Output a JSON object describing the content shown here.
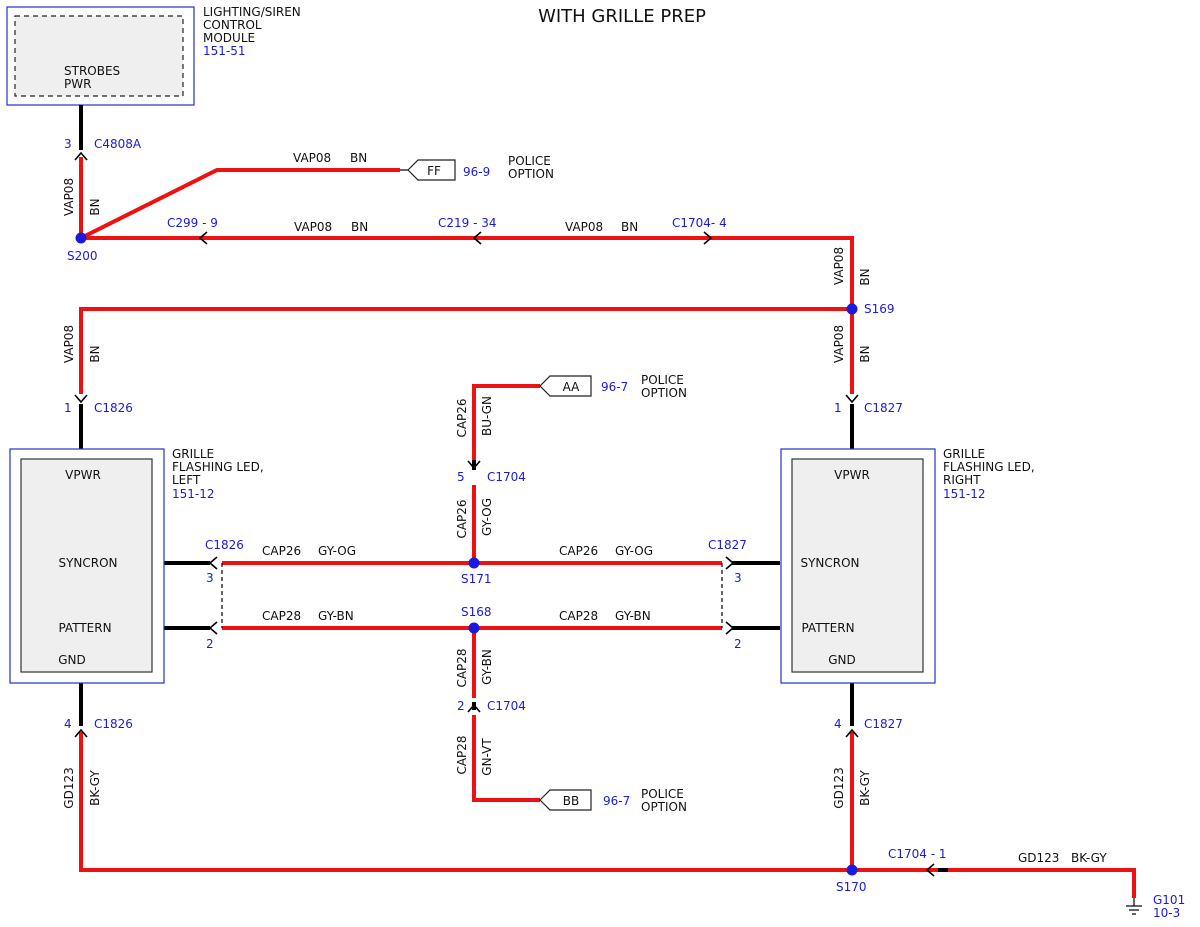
{
  "title": "WITH GRILLE PREP",
  "colors": {
    "wire": "#ee1111",
    "splice": "#1a1adc",
    "ref_text": "#1a1adc",
    "module_border": "#2233cc"
  },
  "modules": {
    "lighting": {
      "name_lines": [
        "LIGHTING/SIREN",
        "CONTROL",
        "MODULE"
      ],
      "ref": "151-51",
      "pin_lines": [
        "STROBES",
        "PWR"
      ]
    },
    "led_left": {
      "name_lines": [
        "GRILLE",
        "FLASHING LED,",
        "LEFT"
      ],
      "ref": "151-12",
      "pins": [
        "VPWR",
        "SYNCRON",
        "PATTERN",
        "GND"
      ]
    },
    "led_right": {
      "name_lines": [
        "GRILLE",
        "FLASHING LED,",
        "RIGHT"
      ],
      "ref": "151-12",
      "pins": [
        "VPWR",
        "SYNCRON",
        "PATTERN",
        "GND"
      ]
    }
  },
  "connectors": {
    "c4808a": {
      "pin": "3",
      "name": "C4808A"
    },
    "c299": "C299 - 9",
    "c219": "C219 - 34",
    "c1704_4": "C1704- 4",
    "c1826_1": {
      "pin": "1",
      "name": "C1826"
    },
    "c1827_1": {
      "pin": "1",
      "name": "C1827"
    },
    "c1704_5": {
      "pin": "5",
      "name": "C1704"
    },
    "c1826_3": {
      "pin": "3",
      "name": "C1826"
    },
    "c1826_2": {
      "pin": "2"
    },
    "c1827_3": {
      "pin": "3",
      "name": "C1827"
    },
    "c1827_2": {
      "pin": "2"
    },
    "c1704_2": {
      "pin": "2",
      "name": "C1704"
    },
    "c1826_4": {
      "pin": "4",
      "name": "C1826"
    },
    "c1827_4": {
      "pin": "4",
      "name": "C1827"
    },
    "c1704_1": "C1704 - 1"
  },
  "splices": {
    "s200": "S200",
    "s169": "S169",
    "s171": "S171",
    "s168": "S168",
    "s170": "S170"
  },
  "flags": {
    "ff": {
      "letter": "FF",
      "ref": "96-9",
      "note_lines": [
        "POLICE",
        "OPTION"
      ]
    },
    "aa": {
      "letter": "AA",
      "ref": "96-7",
      "note_lines": [
        "POLICE",
        "OPTION"
      ]
    },
    "bb": {
      "letter": "BB",
      "ref": "96-7",
      "note_lines": [
        "POLICE",
        "OPTION"
      ]
    }
  },
  "wires": {
    "vap08": "VAP08",
    "bn": "BN",
    "cap26": "CAP26",
    "gy_og": "GY-OG",
    "bu_gn": "BU-GN",
    "cap28": "CAP28",
    "gy_bn": "GY-BN",
    "gn_vt": "GN-VT",
    "gd123": "GD123",
    "bk_gy": "BK-GY"
  },
  "ground": {
    "name": "G101",
    "ref": "10-3"
  }
}
